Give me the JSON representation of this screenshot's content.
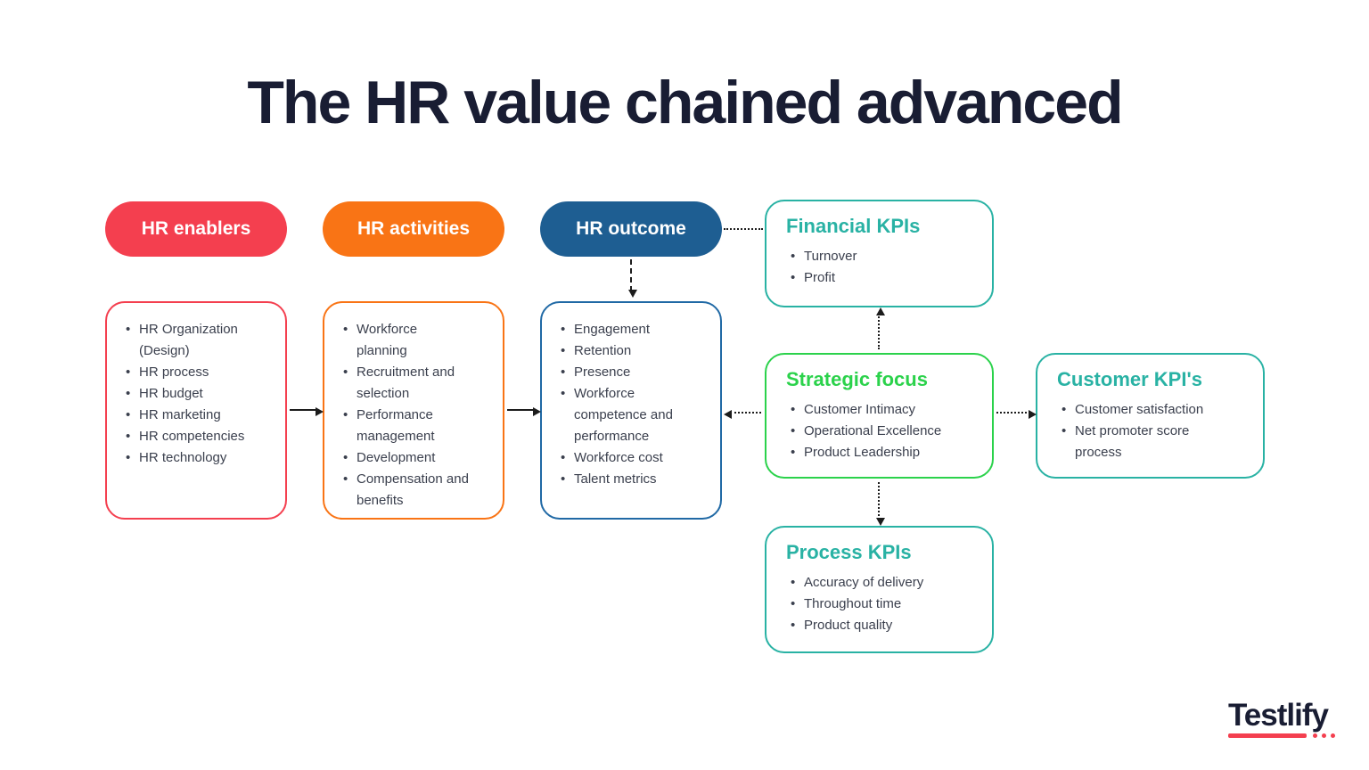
{
  "title": "The HR value chained advanced",
  "colors": {
    "red": "#F43F4F",
    "orange": "#F97415",
    "blue": "#1E5E92",
    "blueBorder": "#2069A5",
    "teal": "#29B2A4",
    "green": "#2BD24B",
    "ink": "#191D33",
    "text": "#3A3F4D"
  },
  "columns": [
    {
      "label": "HR enablers",
      "items": [
        "HR Organization (Design)",
        "HR process",
        "HR budget",
        "HR marketing",
        "HR competencies",
        "HR technology"
      ]
    },
    {
      "label": "HR activities",
      "items": [
        "Workforce planning",
        "Recruitment and selection",
        "Performance management",
        "Development",
        "Compensation and benefits"
      ]
    },
    {
      "label": "HR outcome",
      "items": [
        "Engagement",
        "Retention",
        "Presence",
        "Workforce competence and performance",
        "Workforce cost",
        "Talent metrics"
      ]
    }
  ],
  "kpi_boxes": {
    "financial": {
      "title": "Financial KPIs",
      "items": [
        "Turnover",
        "Profit"
      ]
    },
    "strategic": {
      "title": "Strategic focus",
      "items": [
        "Customer Intimacy",
        "Operational Excellence",
        "Product Leadership"
      ]
    },
    "customer": {
      "title": "Customer KPI's",
      "items": [
        "Customer satisfaction",
        "Net promoter score process"
      ]
    },
    "process": {
      "title": "Process KPIs",
      "items": [
        "Accuracy of delivery",
        "Throughout time",
        "Product quality"
      ]
    }
  },
  "connectors": [
    {
      "from": "hr-enablers-box",
      "to": "hr-activities-box",
      "style": "solid",
      "head": "right"
    },
    {
      "from": "hr-activities-box",
      "to": "hr-outcome-box",
      "style": "solid",
      "head": "right"
    },
    {
      "from": "hr-outcome-pill",
      "to": "financial-kpis-box",
      "style": "dotted",
      "head": "none"
    },
    {
      "from": "hr-outcome-pill",
      "to": "hr-outcome-box",
      "style": "dashed",
      "head": "down"
    },
    {
      "from": "strategic-focus-box",
      "to": "hr-outcome-box",
      "style": "dotted",
      "head": "left"
    },
    {
      "from": "strategic-focus-box",
      "to": "customer-kpis-box",
      "style": "dotted",
      "head": "right"
    },
    {
      "from": "strategic-focus-box",
      "to": "financial-kpis-box",
      "style": "dotted",
      "head": "up"
    },
    {
      "from": "strategic-focus-box",
      "to": "process-kpis-box",
      "style": "dotted",
      "head": "down"
    }
  ],
  "logo": {
    "text": "Testlify"
  }
}
